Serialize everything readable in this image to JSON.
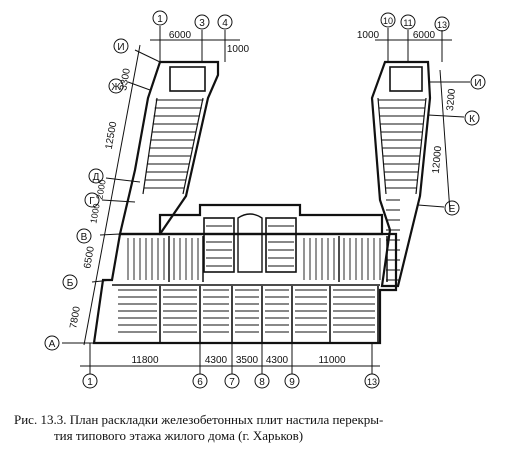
{
  "axes_top_left": [
    "1",
    "3",
    "4"
  ],
  "axes_top_right": [
    "10",
    "11",
    "13"
  ],
  "axes_bottom": [
    "1",
    "6",
    "7",
    "8",
    "9",
    "13"
  ],
  "axes_left": [
    "И",
    "Ж",
    "Д",
    "Г",
    "В",
    "Б",
    "А"
  ],
  "axes_right": [
    "И",
    "К",
    "Е"
  ],
  "dims_top_left": [
    "6000",
    "1000"
  ],
  "dims_top_right": [
    "1000",
    "6000"
  ],
  "dims_left": [
    "3300",
    "12500",
    "2000",
    "1000",
    "6500",
    "7800"
  ],
  "dims_right": [
    "3200",
    "12000"
  ],
  "dims_bottom": [
    "11800",
    "4300",
    "3500",
    "4300",
    "11000"
  ],
  "caption": {
    "line1": "Рис. 13.3. План раскладки железобетонных плит настила перекры-",
    "line2": "тия типового этажа жилого дома (г. Харьков)"
  }
}
